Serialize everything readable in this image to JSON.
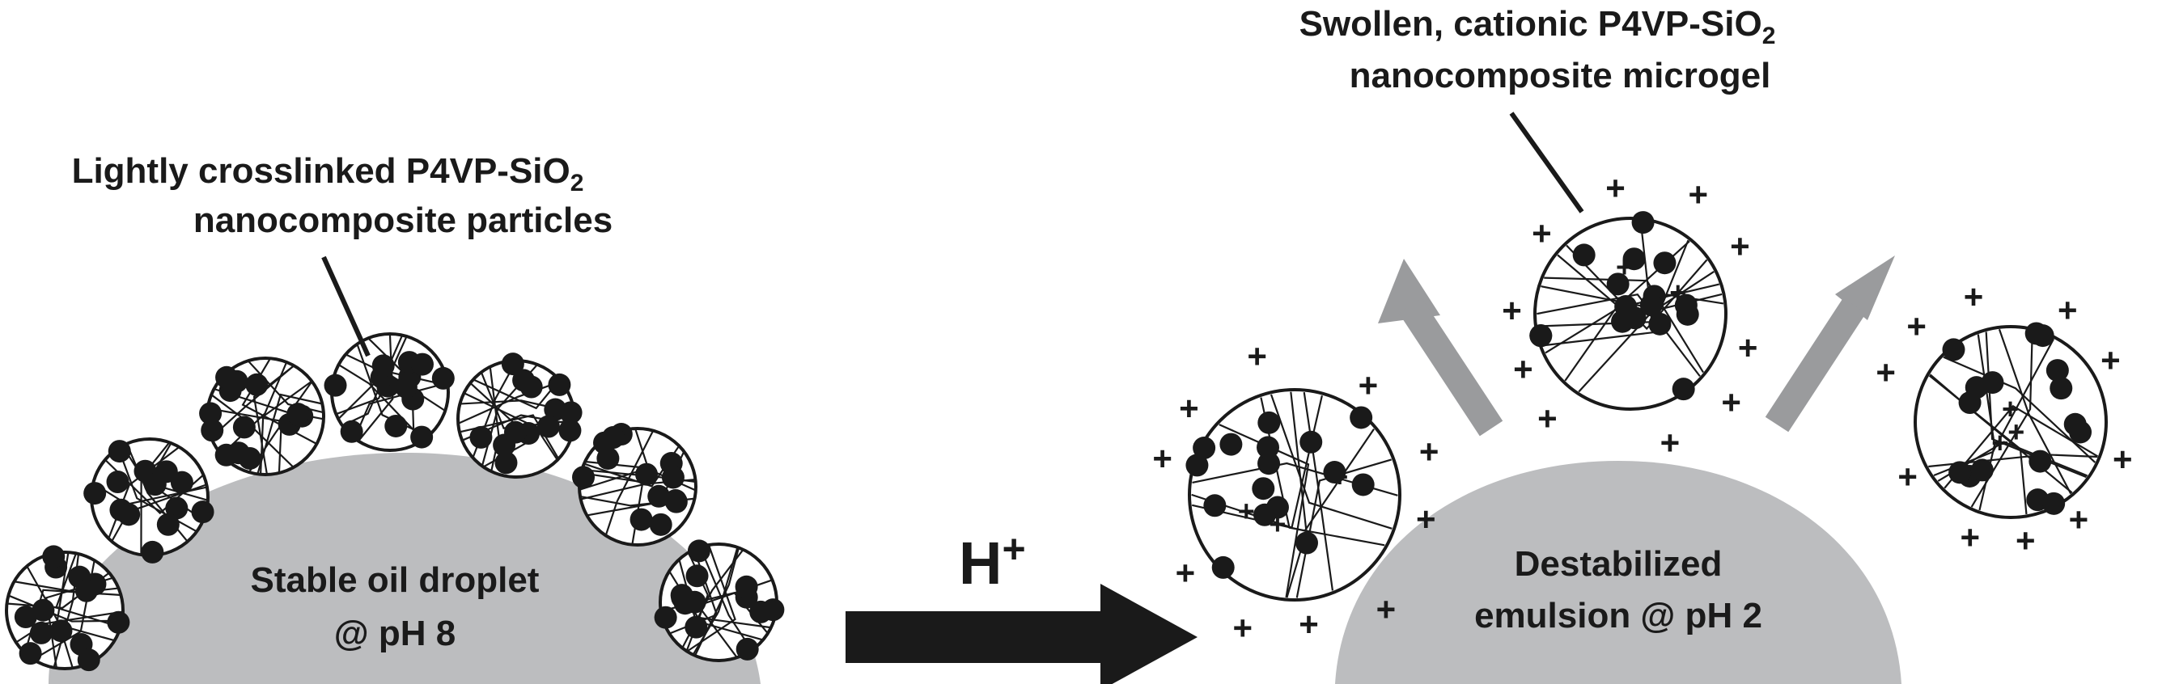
{
  "left_panel": {
    "callout_line1": "Lightly crosslinked P4VP-SiO",
    "callout_line1_sub": "2",
    "callout_line2": "nanocomposite particles",
    "droplet_line1": "Stable oil droplet",
    "droplet_line2": "@ pH 8"
  },
  "center": {
    "trigger_main": "H",
    "trigger_sup": "+"
  },
  "right_panel": {
    "callout_line1": "Swollen, cationic P4VP-SiO",
    "callout_line1_sub": "2",
    "callout_line2": "nanocomposite microgel",
    "droplet_line1": "Destabilized",
    "droplet_line2": "emulsion @ pH 2",
    "charge_symbol": "+"
  },
  "colors": {
    "droplet": "#bcbdbf",
    "arrow_gray": "#9a9b9d",
    "ink": "#1a1a1a"
  }
}
